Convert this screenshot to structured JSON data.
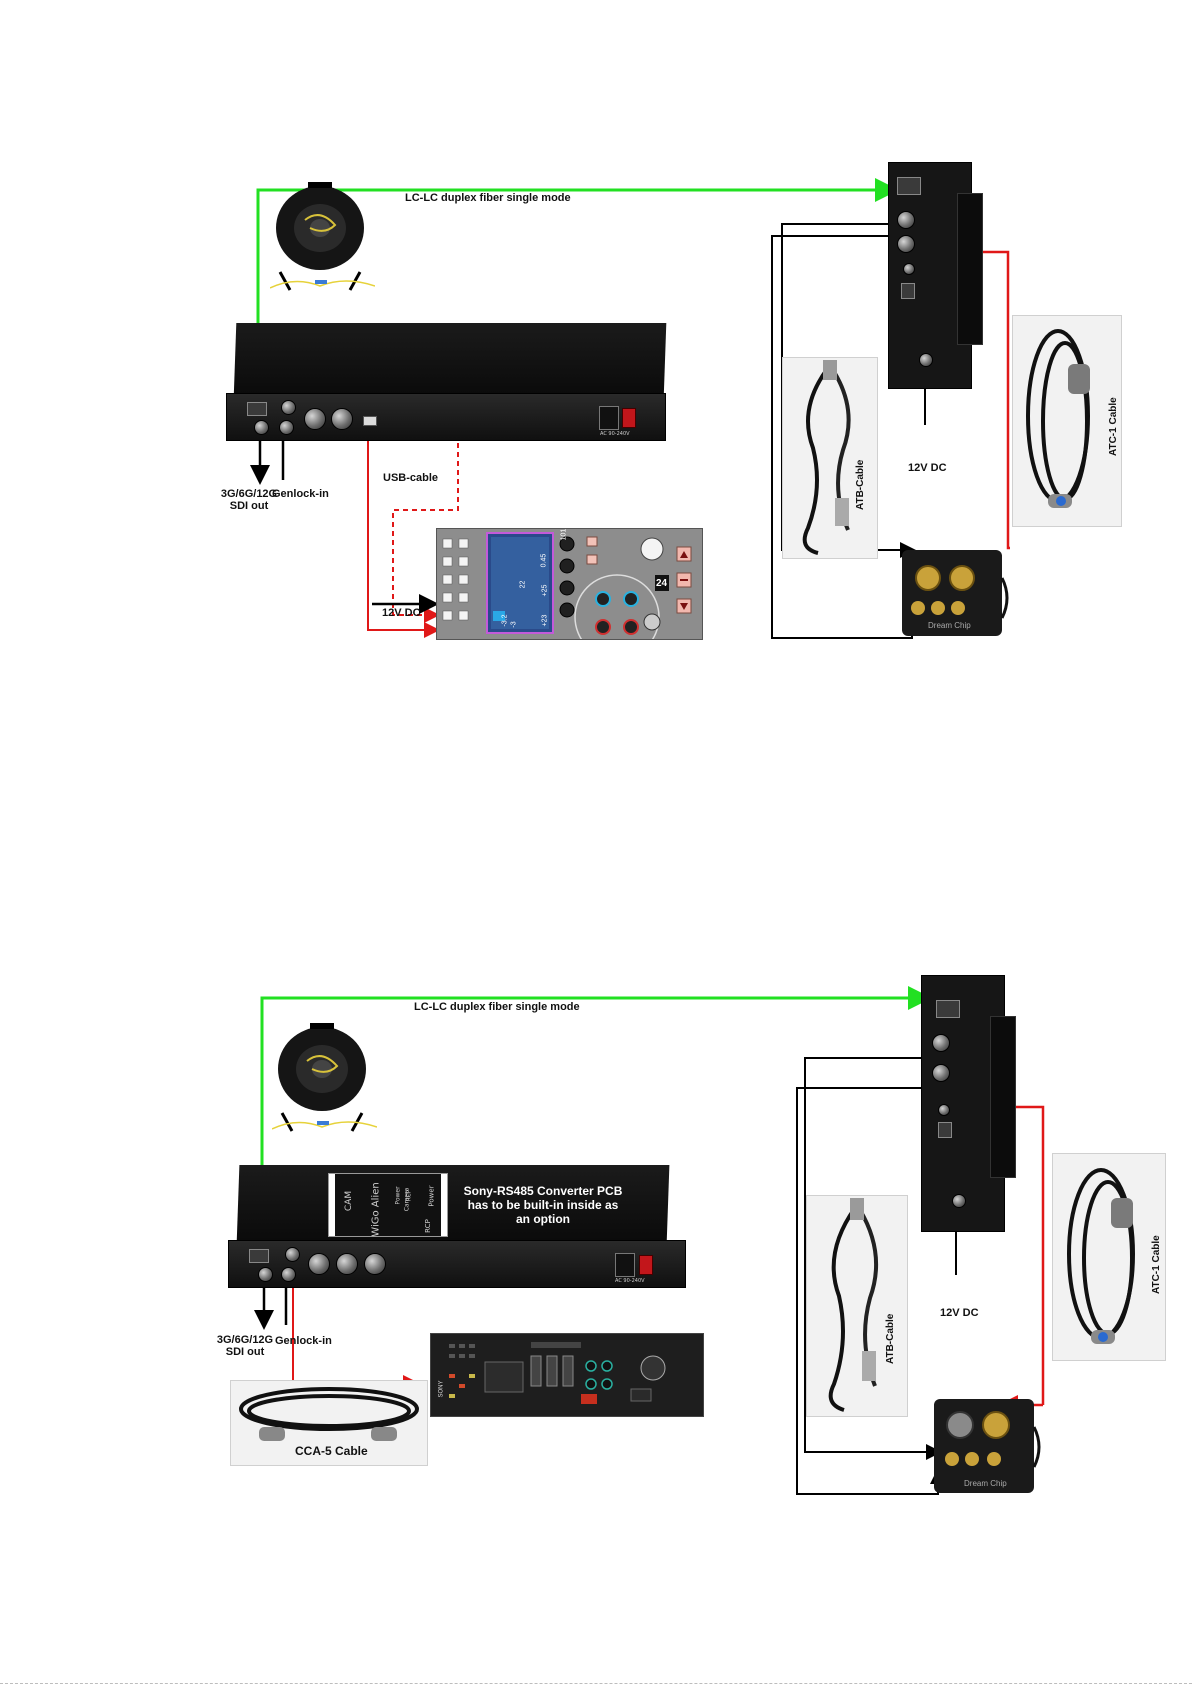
{
  "diagram1": {
    "fiber_label": "LC-LC duplex fiber single mode",
    "sdi_out_label": "3G/6G/12G\nSDI out",
    "genlock_label": "Genlock-in",
    "usb_cable_label": "USB-cable",
    "dc_label_panel": "12V DC",
    "dc_label_camera": "12V DC",
    "atb_cable_label": "ATB-Cable",
    "atc_cable_label": "ATC-1 Cable",
    "rack_ac_label": "AC 90-240V",
    "camera_brand": "Dream Chip",
    "panel_readouts": [
      "101",
      "0.45",
      "22",
      "-3.2",
      "-3",
      "+25",
      "+23",
      "24"
    ]
  },
  "diagram2": {
    "fiber_label": "LC-LC duplex fiber single mode",
    "sdi_out_label": "3G/6G/12G\nSDI out",
    "genlock_label": "Genlock-in",
    "dc_label_camera": "12V DC",
    "atb_cable_label": "ATB-Cable",
    "atc_cable_label": "ATC-1 Cable",
    "cca_cable_label": "CCA-5 Cable",
    "converter_note": "Sony-RS485 Converter PCB\nhas to be built-in inside as\nan option",
    "pcb_labels": [
      "CAM",
      "WiGo Alien",
      "Power",
      "Camera",
      "RCP",
      "Power",
      "RCP"
    ],
    "rack_ac_label": "AC 90-240V",
    "camera_brand": "Dream Chip",
    "rcp_brand": "SONY"
  },
  "colors": {
    "fiber": "#22e022",
    "usb": "#e01818",
    "rs485": "#e01818",
    "wire": "#000000"
  }
}
